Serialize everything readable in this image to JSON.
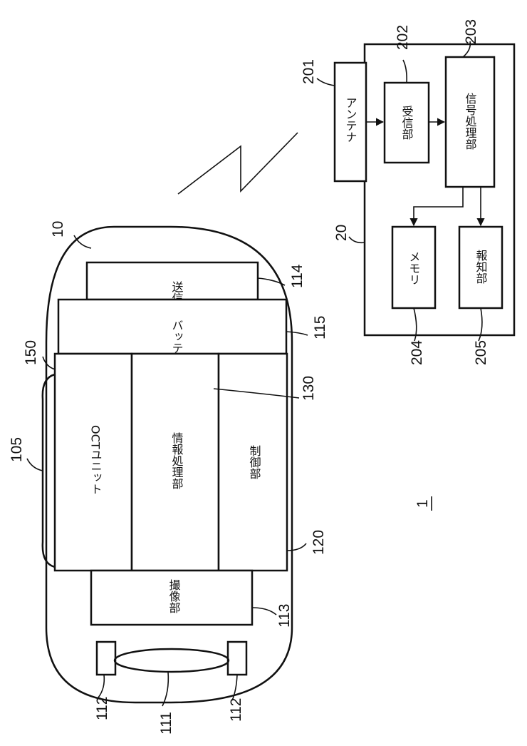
{
  "device": {
    "ref": "10",
    "lens_ref": "105",
    "units": {
      "transmitter": {
        "label": "送信部",
        "ref": "114"
      },
      "battery": {
        "label": "バッテリー",
        "ref": "115"
      },
      "oct_unit": {
        "label": "OCTユニット",
        "ref": "150"
      },
      "info_processing": {
        "label": "情報処理部",
        "ref": "130"
      },
      "controller": {
        "label": "制御部",
        "ref": "120"
      },
      "imaging": {
        "label": "撮像部",
        "ref": "113"
      },
      "lens": {
        "ref": "111"
      },
      "light_left": {
        "ref": "112"
      },
      "light_right": {
        "ref": "112"
      }
    }
  },
  "receiver": {
    "ref": "20",
    "units": {
      "antenna": {
        "label": "アンテナ",
        "ref": "201"
      },
      "receiving": {
        "label": "受信部",
        "ref": "202"
      },
      "signal_processing": {
        "label": "信号処理部",
        "ref": "203"
      },
      "memory": {
        "label": "メモリ",
        "ref": "204"
      },
      "notification": {
        "label": "報知部",
        "ref": "205"
      }
    }
  },
  "system_ref": "1"
}
